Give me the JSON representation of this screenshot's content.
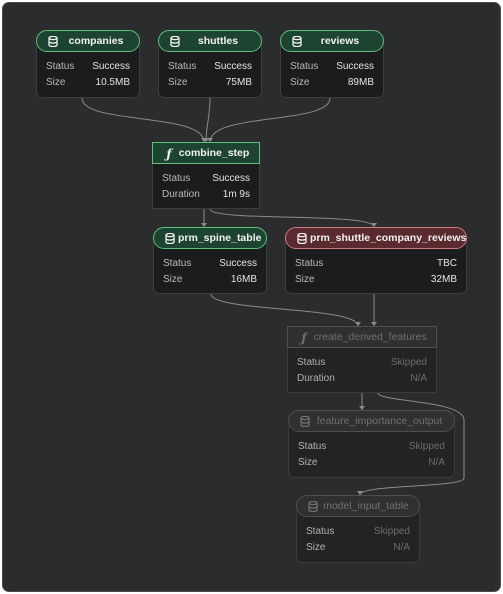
{
  "icons": {
    "dataset": "dataset-icon",
    "function": "function-icon"
  },
  "colors": {
    "success": "#5fbf7a",
    "error": "#d07a80",
    "canvas": "#2b2c2e"
  },
  "nodes": {
    "companies": {
      "label": "companies",
      "k1": "Status",
      "v1": "Success",
      "k2": "Size",
      "v2": "10.5MB"
    },
    "shuttles": {
      "label": "shuttles",
      "k1": "Status",
      "v1": "Success",
      "k2": "Size",
      "v2": "75MB"
    },
    "reviews": {
      "label": "reviews",
      "k1": "Status",
      "v1": "Success",
      "k2": "Size",
      "v2": "89MB"
    },
    "combine_step": {
      "label": "combine_step",
      "k1": "Status",
      "v1": "Success",
      "k2": "Duration",
      "v2": "1m 9s"
    },
    "prm_spine_table": {
      "label": "prm_spine_table",
      "k1": "Status",
      "v1": "Success",
      "k2": "Size",
      "v2": "16MB"
    },
    "prm_shuttle_company_reviews": {
      "label": "prm_shuttle_company_reviews",
      "k1": "Status",
      "v1": "TBC",
      "k2": "Size",
      "v2": "32MB"
    },
    "create_derived_features": {
      "label": "create_derived_features",
      "k1": "Status",
      "v1": "Skipped",
      "k2": "Duration",
      "v2": "N/A"
    },
    "feature_importance_output": {
      "label": "feature_importance_output",
      "k1": "Status",
      "v1": "Skipped",
      "k2": "Size",
      "v2": "N/A"
    },
    "model_input_table": {
      "label": "model_input_table",
      "k1": "Status",
      "v1": "Skipped",
      "k2": "Size",
      "v2": "N/A"
    }
  }
}
